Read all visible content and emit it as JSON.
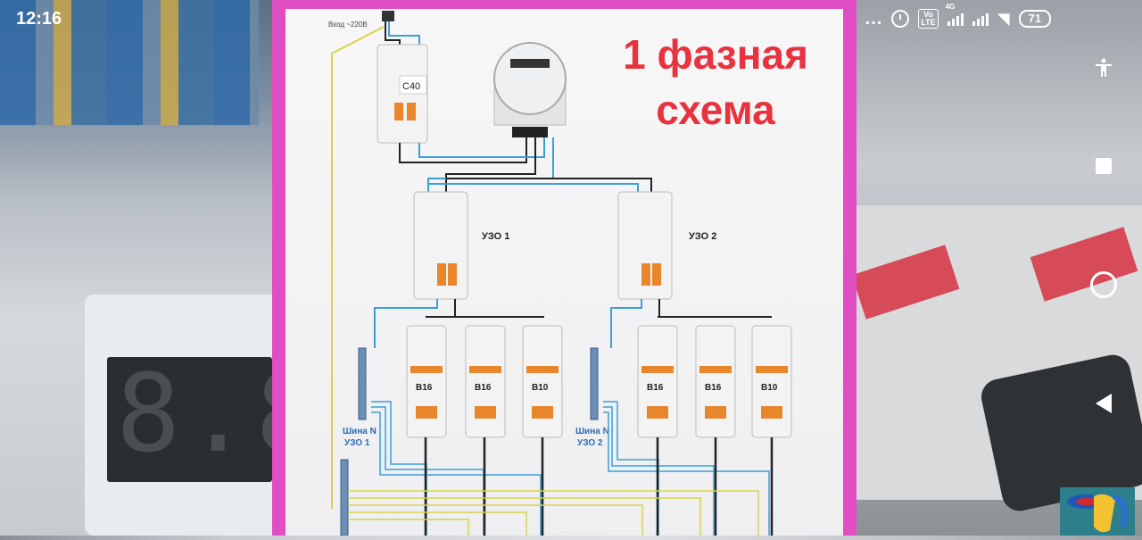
{
  "status_bar": {
    "time": "12:16",
    "dots": "...",
    "volte_top": "Vo",
    "volte_bottom": "LTE",
    "network": "4G",
    "battery": "71"
  },
  "video": {
    "title_line1": "1 фазная",
    "title_line2": "схема",
    "input_label": "Вход ~220В",
    "main_breaker": "C40",
    "rcd_labels": [
      "УЗО 1",
      "УЗО 2"
    ],
    "breakers_group1": [
      "B16",
      "B16",
      "B10"
    ],
    "breakers_group2": [
      "B16",
      "B16",
      "B10"
    ],
    "bus_labels": [
      {
        "line1": "Шина N",
        "line2": "УЗО 1"
      },
      {
        "line1": "Шина N",
        "line2": "УЗО 2"
      }
    ],
    "colors": {
      "frame": "#e04ec3",
      "title": "#e8333e",
      "wire_blue": "#3aa0d8",
      "wire_yellow": "#d8d24a"
    }
  },
  "nav_bar": {
    "buttons": [
      "accessibility-icon",
      "recents-square-icon",
      "home-circle-icon",
      "back-triangle-icon"
    ]
  }
}
